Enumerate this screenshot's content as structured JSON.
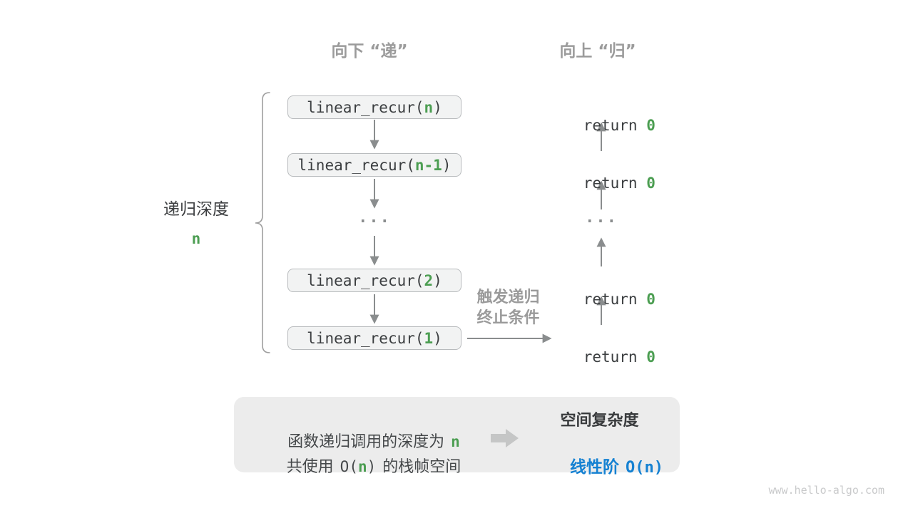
{
  "colors": {
    "green_accent": "#4c9e52",
    "blue_accent": "#1581d2",
    "gray_label": "#9b9b9b",
    "arrow_gray": "#8a8d8e",
    "code_text": "#3b3e40",
    "box_fill": "#f2f3f3",
    "box_border": "#b8bbbd",
    "panel_bg": "#ececec"
  },
  "headers": {
    "descend": "向下 “递”",
    "ascend": "向上 “归”"
  },
  "depth": {
    "label": "递归深度",
    "value": "n"
  },
  "stack": {
    "boxes": [
      {
        "prefix": "linear_recur(",
        "arg": "n",
        "suffix": ")"
      },
      {
        "prefix": "linear_recur(",
        "arg": "n-1",
        "suffix": ")"
      },
      {
        "prefix": "linear_recur(",
        "arg": "2",
        "suffix": ")"
      },
      {
        "prefix": "linear_recur(",
        "arg": "1",
        "suffix": ")"
      }
    ],
    "ellipsis": "..."
  },
  "returns": {
    "items": [
      {
        "prefix": "return ",
        "value": "0"
      },
      {
        "prefix": "return ",
        "value": "0"
      },
      {
        "prefix": "return ",
        "value": "0"
      },
      {
        "prefix": "return ",
        "value": "0"
      }
    ],
    "ellipsis": "..."
  },
  "base_case": {
    "line1": "触发递归",
    "line2": "终止条件"
  },
  "summary": {
    "depth_line": {
      "text": "函数递归调用的深度为",
      "value": "n"
    },
    "space_line": {
      "pre": "共使用",
      "o_open": "O(",
      "n": "n",
      "o_close": ")",
      "post": "的栈帧空间"
    },
    "title": "空间复杂度",
    "result": {
      "label": "线性阶",
      "notation": "O(n)"
    }
  },
  "watermark": "www.hello-algo.com"
}
